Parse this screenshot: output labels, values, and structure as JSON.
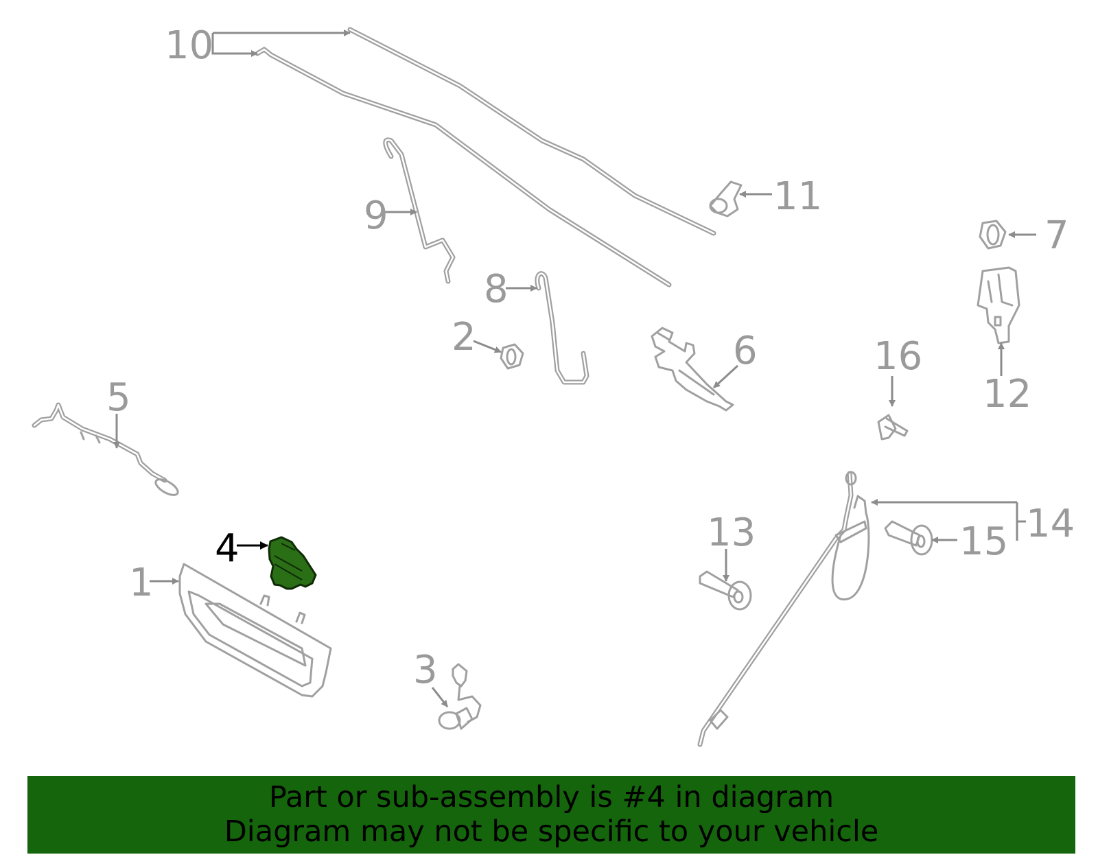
{
  "callouts": {
    "c1": "1",
    "c2": "2",
    "c3": "3",
    "c4": "4",
    "c5": "5",
    "c6": "6",
    "c7": "7",
    "c8": "8",
    "c9": "9",
    "c10": "10",
    "c11": "11",
    "c12": "12",
    "c13": "13",
    "c14": "14",
    "c15": "15",
    "c16": "16"
  },
  "highlighted_part": "4",
  "colors": {
    "banner_bg": "#15650c",
    "highlight_fill": "#2a6e16",
    "part_stroke": "#a0a0a0"
  },
  "banner": {
    "line1": "Part or sub-assembly is #4 in diagram",
    "line2": "Diagram may not be specific to your vehicle"
  }
}
